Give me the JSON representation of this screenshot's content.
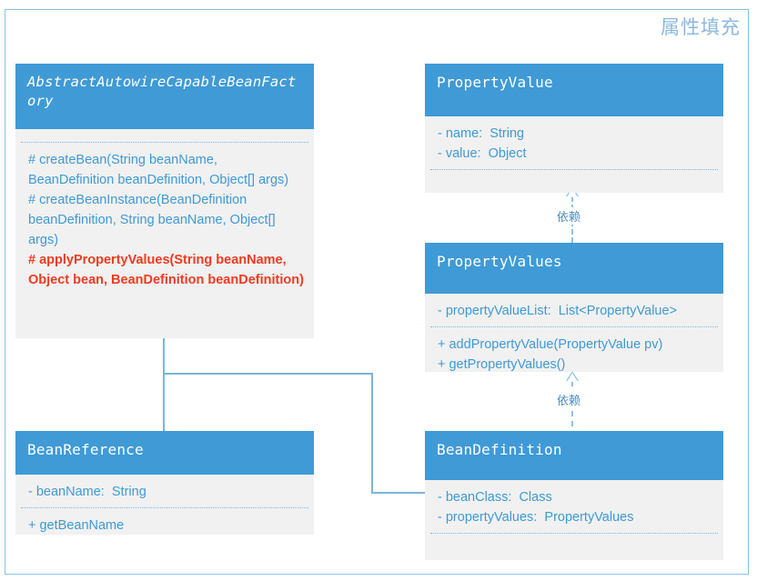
{
  "diagram": {
    "title": "属性填充",
    "accent_color": "#3f9ad6",
    "body_color": "#f1f1f1",
    "highlight_color": "#ef3b22",
    "connector_color": "#7cb4de"
  },
  "classes": {
    "factory": {
      "name": "AbstractAutowireCapableBeanFactory",
      "stereotype": "abstract",
      "attributes": [],
      "methods": [
        {
          "text": "# createBean(String beanName, BeanDefinition beanDefinition, Object[] args)",
          "highlight": false
        },
        {
          "text": "# createBeanInstance(BeanDefinition beanDefinition, String beanName, Object[] args)",
          "highlight": false
        },
        {
          "text": "# applyPropertyValues(String beanName, Object bean, BeanDefinition beanDefinition)",
          "highlight": true
        }
      ]
    },
    "property_value": {
      "name": "PropertyValue",
      "attributes": [
        {
          "text": "- name:  String",
          "highlight": false
        },
        {
          "text": "- value:  Object",
          "highlight": false
        }
      ],
      "methods": []
    },
    "property_values": {
      "name": "PropertyValues",
      "attributes": [
        {
          "text": "- propertyValueList:  List<PropertyValue>",
          "highlight": false
        }
      ],
      "methods": [
        {
          "text": "+ addPropertyValue(PropertyValue pv)",
          "highlight": false
        },
        {
          "text": "+ getPropertyValues()",
          "highlight": false
        }
      ]
    },
    "bean_reference": {
      "name": "BeanReference",
      "attributes": [
        {
          "text": "- beanName:  String",
          "highlight": false
        }
      ],
      "methods": [
        {
          "text": "+ getBeanName",
          "highlight": false
        }
      ]
    },
    "bean_definition": {
      "name": "BeanDefinition",
      "attributes": [
        {
          "text": "- beanClass:  Class",
          "highlight": false
        },
        {
          "text": "- propertyValues:  PropertyValues",
          "highlight": false
        }
      ],
      "methods": []
    }
  },
  "relations": [
    {
      "id": "dep-propertyvalues-propertyvalue",
      "label": "依赖",
      "type": "dependency",
      "from": "PropertyValues",
      "to": "PropertyValue"
    },
    {
      "id": "dep-beandefinition-propertyvalues",
      "label": "依赖",
      "type": "dependency",
      "from": "BeanDefinition",
      "to": "PropertyValues"
    },
    {
      "id": "assoc-factory-beanreference",
      "label": "",
      "type": "association",
      "from": "AbstractAutowireCapableBeanFactory",
      "to": "BeanReference"
    },
    {
      "id": "assoc-factory-beandefinition",
      "label": "",
      "type": "association",
      "from": "AbstractAutowireCapableBeanFactory",
      "to": "BeanDefinition"
    }
  ]
}
